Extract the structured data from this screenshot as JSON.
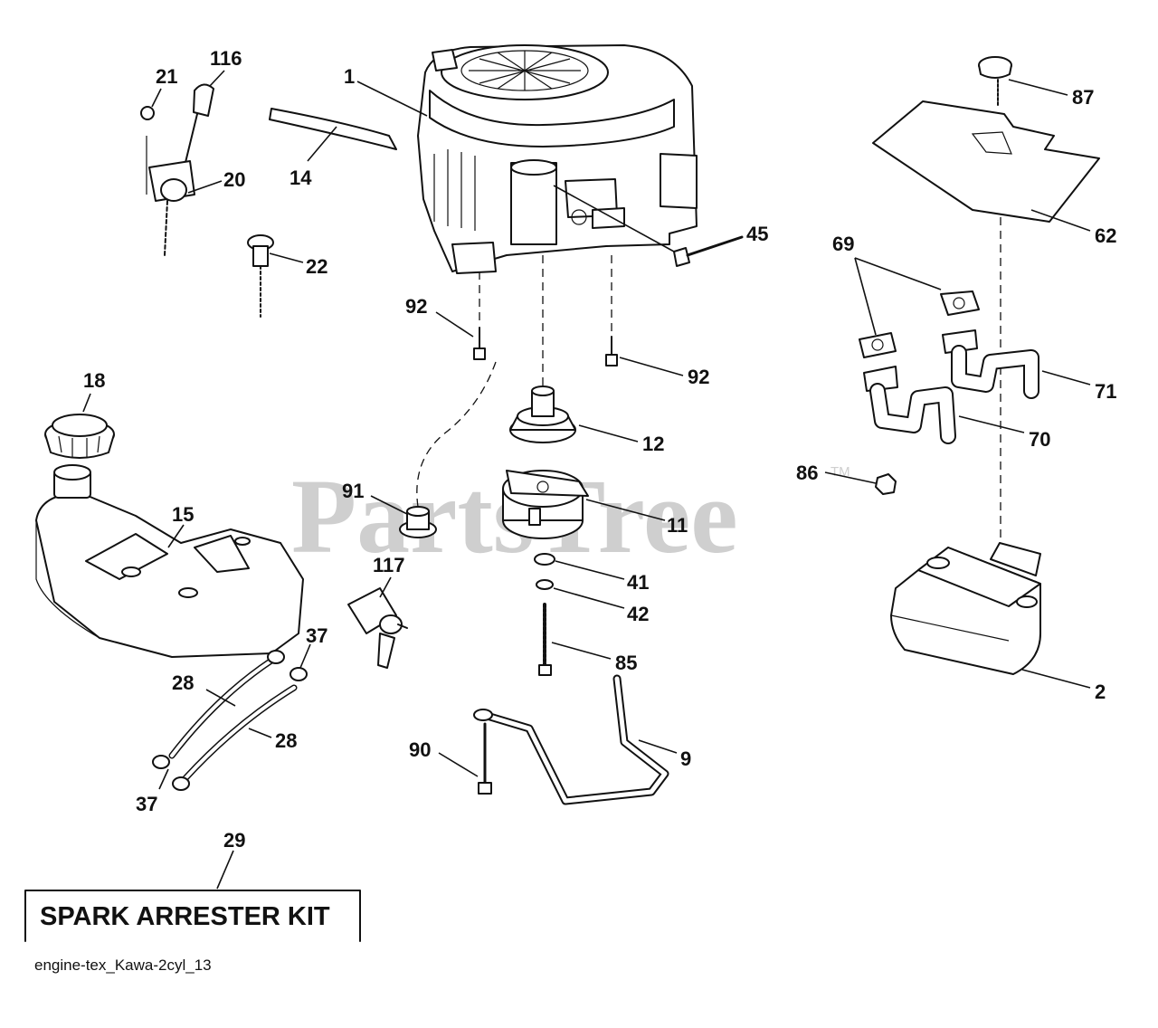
{
  "diagram": {
    "watermark": "PartsTree",
    "watermark_tm": "TM",
    "kit_label": "SPARK ARRESTER KIT",
    "caption": "engine-tex_Kawa-2cyl_13",
    "callouts": {
      "c1": "1",
      "c116": "116",
      "c21": "21",
      "c20": "20",
      "c14": "14",
      "c22": "22",
      "c45": "45",
      "c87": "87",
      "c62": "62",
      "c69": "69",
      "c92a": "92",
      "c92b": "92",
      "c18": "18",
      "c12": "12",
      "c71": "71",
      "c70": "70",
      "c86": "86",
      "c91": "91",
      "c11": "11",
      "c15": "15",
      "c117": "117",
      "c41": "41",
      "c42": "42",
      "c37a": "37",
      "c2": "2",
      "c28a": "28",
      "c85": "85",
      "c28b": "28",
      "c90": "90",
      "c9": "9",
      "c37b": "37",
      "c29": "29"
    }
  }
}
